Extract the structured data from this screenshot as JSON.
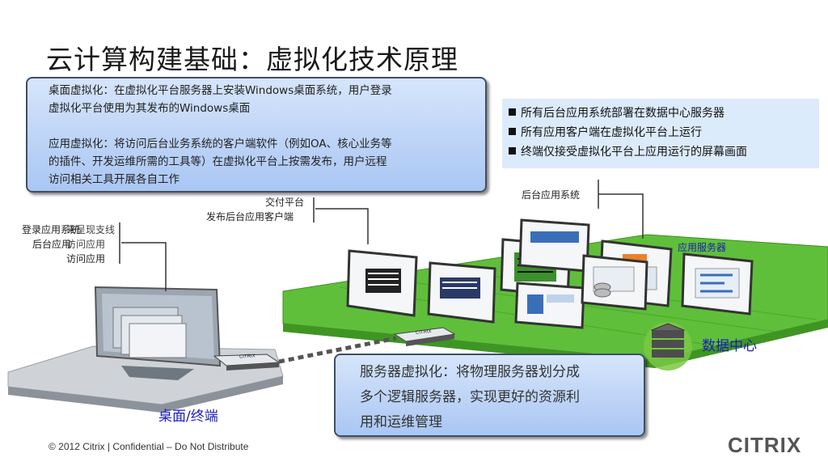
{
  "title": "云计算构建基础：虚拟化技术原理",
  "virtualization_box": {
    "desktop_text": "桌面虚拟化：在虚拟化平台服务器上安装Windows桌面系统，用户登录虚拟化平台使用为其发布的Windows桌面",
    "desktop_lines": [
      "桌面虚拟化：在虚拟化平台服务器上安装Windows桌面系统，用户登录",
      "虚拟化平台使用为其发布的Windows桌面"
    ],
    "app_lines": [
      "应用虚拟化：将访问后台业务系统的客户端软件（例如OA、核心业务等",
      "的插件、开发运维所需的工具等）在虚拟化平台上按需发布，用户远程",
      "访问相关工具开展各自工作"
    ]
  },
  "info_box": {
    "items": [
      "所有后台应用系统部署在数据中心服务器",
      "所有应用客户端在虚拟化平台上运行",
      "终端仅接受虚拟化平台上应用运行的屏幕画面"
    ]
  },
  "server_box": {
    "lines": [
      "服务器虚拟化：将物理服务器划分成",
      "多个逻辑服务器，实现更好的资源利",
      "用和运维管理"
    ]
  },
  "labels": {
    "delivery_platform": "交付平台",
    "publish_clients": "发布后台应用客户端",
    "login_line1": "登录应用系统",
    "login_overlap": "来呈现支线",
    "backend_line": "后台应用",
    "backend_overlap": "访问应用",
    "access_apps": "访问应用",
    "backend_systems": "后台应用系统",
    "app_servers": "应用服务器",
    "datacenter": "数据中心",
    "desktop_terminal": "桌面/终端",
    "device_badge": "CITRIX"
  },
  "footer": "© 2012 Citrix | Confidential – Do Not Distribute",
  "logo": "CITRIX",
  "colors": {
    "bubble_top": "#d6e5fb",
    "bubble_bottom": "#a9c6f3",
    "platform_green": "#5fbf3a",
    "label_blue": "#1c1cb8"
  }
}
